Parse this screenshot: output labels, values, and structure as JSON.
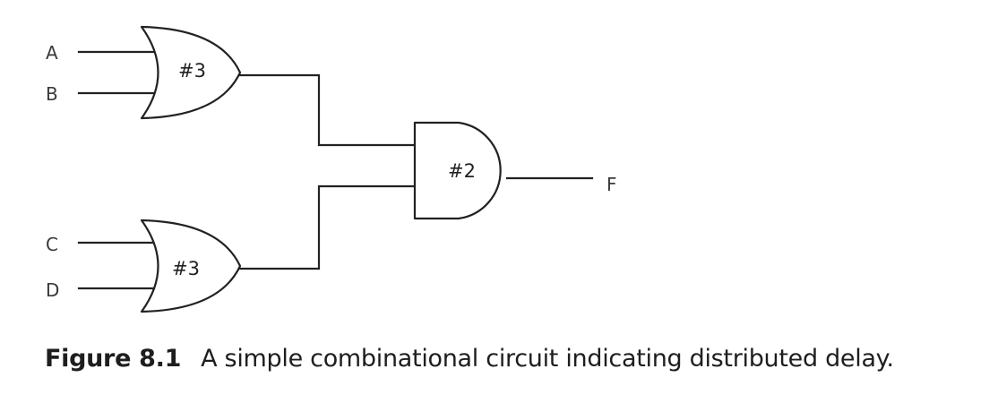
{
  "circuit": {
    "inputs": [
      "A",
      "B",
      "C",
      "D"
    ],
    "output": "F",
    "gates": [
      {
        "type": "OR",
        "delay": "#3",
        "inputs": [
          "A",
          "B"
        ]
      },
      {
        "type": "OR",
        "delay": "#3",
        "inputs": [
          "C",
          "D"
        ]
      },
      {
        "type": "AND",
        "delay": "#2",
        "inputs": [
          "OR1",
          "OR2"
        ],
        "output": "F"
      }
    ]
  },
  "caption": {
    "figure_number": "Figure 8.1",
    "text": "A simple combinational circuit indicating distributed delay."
  }
}
